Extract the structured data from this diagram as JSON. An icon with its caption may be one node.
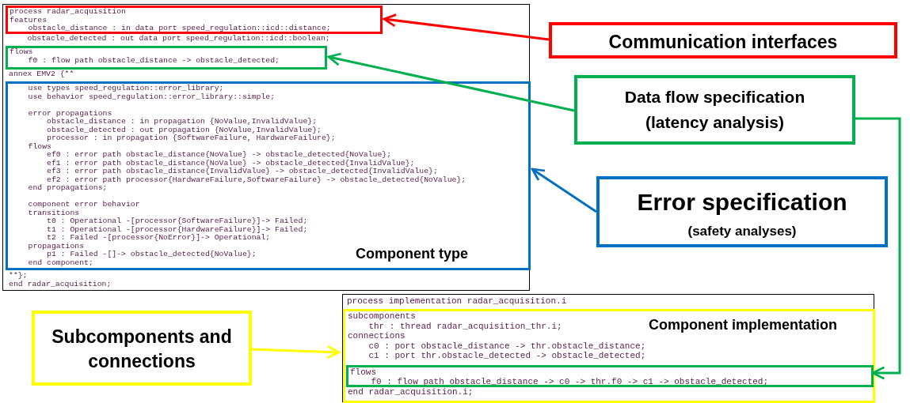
{
  "diagram": {
    "nodes": [
      {
        "text": [
          "obstacle_detected : out data port speed_regulation::icd::boolean;",
          "annex EMV2 {**",
          "**};",
          "end radar_acquisition;"
        ]
      },
      {
        "text": [
          "process radar_acquisition",
          "features",
          "obstacle_distance : in data port speed_regulation::icd::distance;"
        ],
        "in": 0
      },
      {
        "text": [
          "flows",
          "f0 : flow path obstacle_distance -> obstacle_detected;"
        ],
        "in": 0
      },
      {
        "text": [
          "use types speed_regulation::error_library;",
          "use behavior speed_regulation::error_library::simple;",
          "error propagations",
          "obstacle_distance : in propagation {NoValue,InvalidValue};",
          "obstacle_detected : out propagation {NoValue,InvalidValue};",
          "processor : in propagation {SoftwareFailure, HardwareFailure};",
          "flows",
          "ef0 : error path obstacle_distance{NoValue} -> obstacle_detected{NoValue};",
          "ef1 : error path obstacle_distance{NoValue} -> obstacle_detected{InvalidValue};",
          "ef3 : error path obstacle_distance{InvalidValue} -> obstacle_detected{InvalidValue};",
          "ef2 : error path processor{HardwareFailure,SoftwareFailure} -> obstacle_detected{NoValue};",
          "end propagations;",
          "component error behavior",
          "transitions",
          "t0 : Operational -[processor{SoftwareFailure}]-> Failed;",
          "t1 : Operational -[processor{HardwareFailure}]-> Failed;",
          "t2 : Failed -[processor{NoError}]-> Operational;",
          "propagations",
          "p1 : Failed -[]-> obstacle_detected{NoValue};",
          "end component;",
          "Component type"
        ],
        "in": 0
      },
      {
        "text": [
          "Communication interfaces"
        ]
      },
      {
        "text": [
          "Data flow specification",
          "(latency analysis)"
        ]
      },
      {
        "text": [
          "Error specification",
          "(safety analyses)"
        ]
      },
      {
        "text": [
          "process implementation radar_acquisition.i"
        ]
      },
      {
        "text": [
          "subcomponents",
          "thr : thread radar_acquisition_thr.i;",
          "connections",
          "c0 : port obstacle_distance -> thr.obstacle_distance;",
          "c1 : port thr.obstacle_detected -> obstacle_detected;",
          "end radar_acquisition.i;",
          "Component implementation"
        ],
        "in": 7
      },
      {
        "text": [
          "flows",
          "f0 : flow path obstacle_distance -> c0 -> thr.f0 -> c1 -> obstacle_detected;"
        ],
        "in": 8
      },
      {
        "text": [
          "Subcomponents and connections"
        ]
      }
    ],
    "edges": [
      {
        "from": 4,
        "to": 1,
        "arrow": "to",
        "color": "#ff0000"
      },
      {
        "from": 5,
        "to": 2,
        "arrow": "to",
        "color": "#00b050"
      },
      {
        "from": 5,
        "to": 9,
        "arrow": "to",
        "color": "#00b050"
      },
      {
        "from": 6,
        "to": 3,
        "arrow": "to",
        "color": "#0070c0"
      },
      {
        "from": 10,
        "to": 8,
        "arrow": "to",
        "color": "#ffff00"
      }
    ]
  }
}
